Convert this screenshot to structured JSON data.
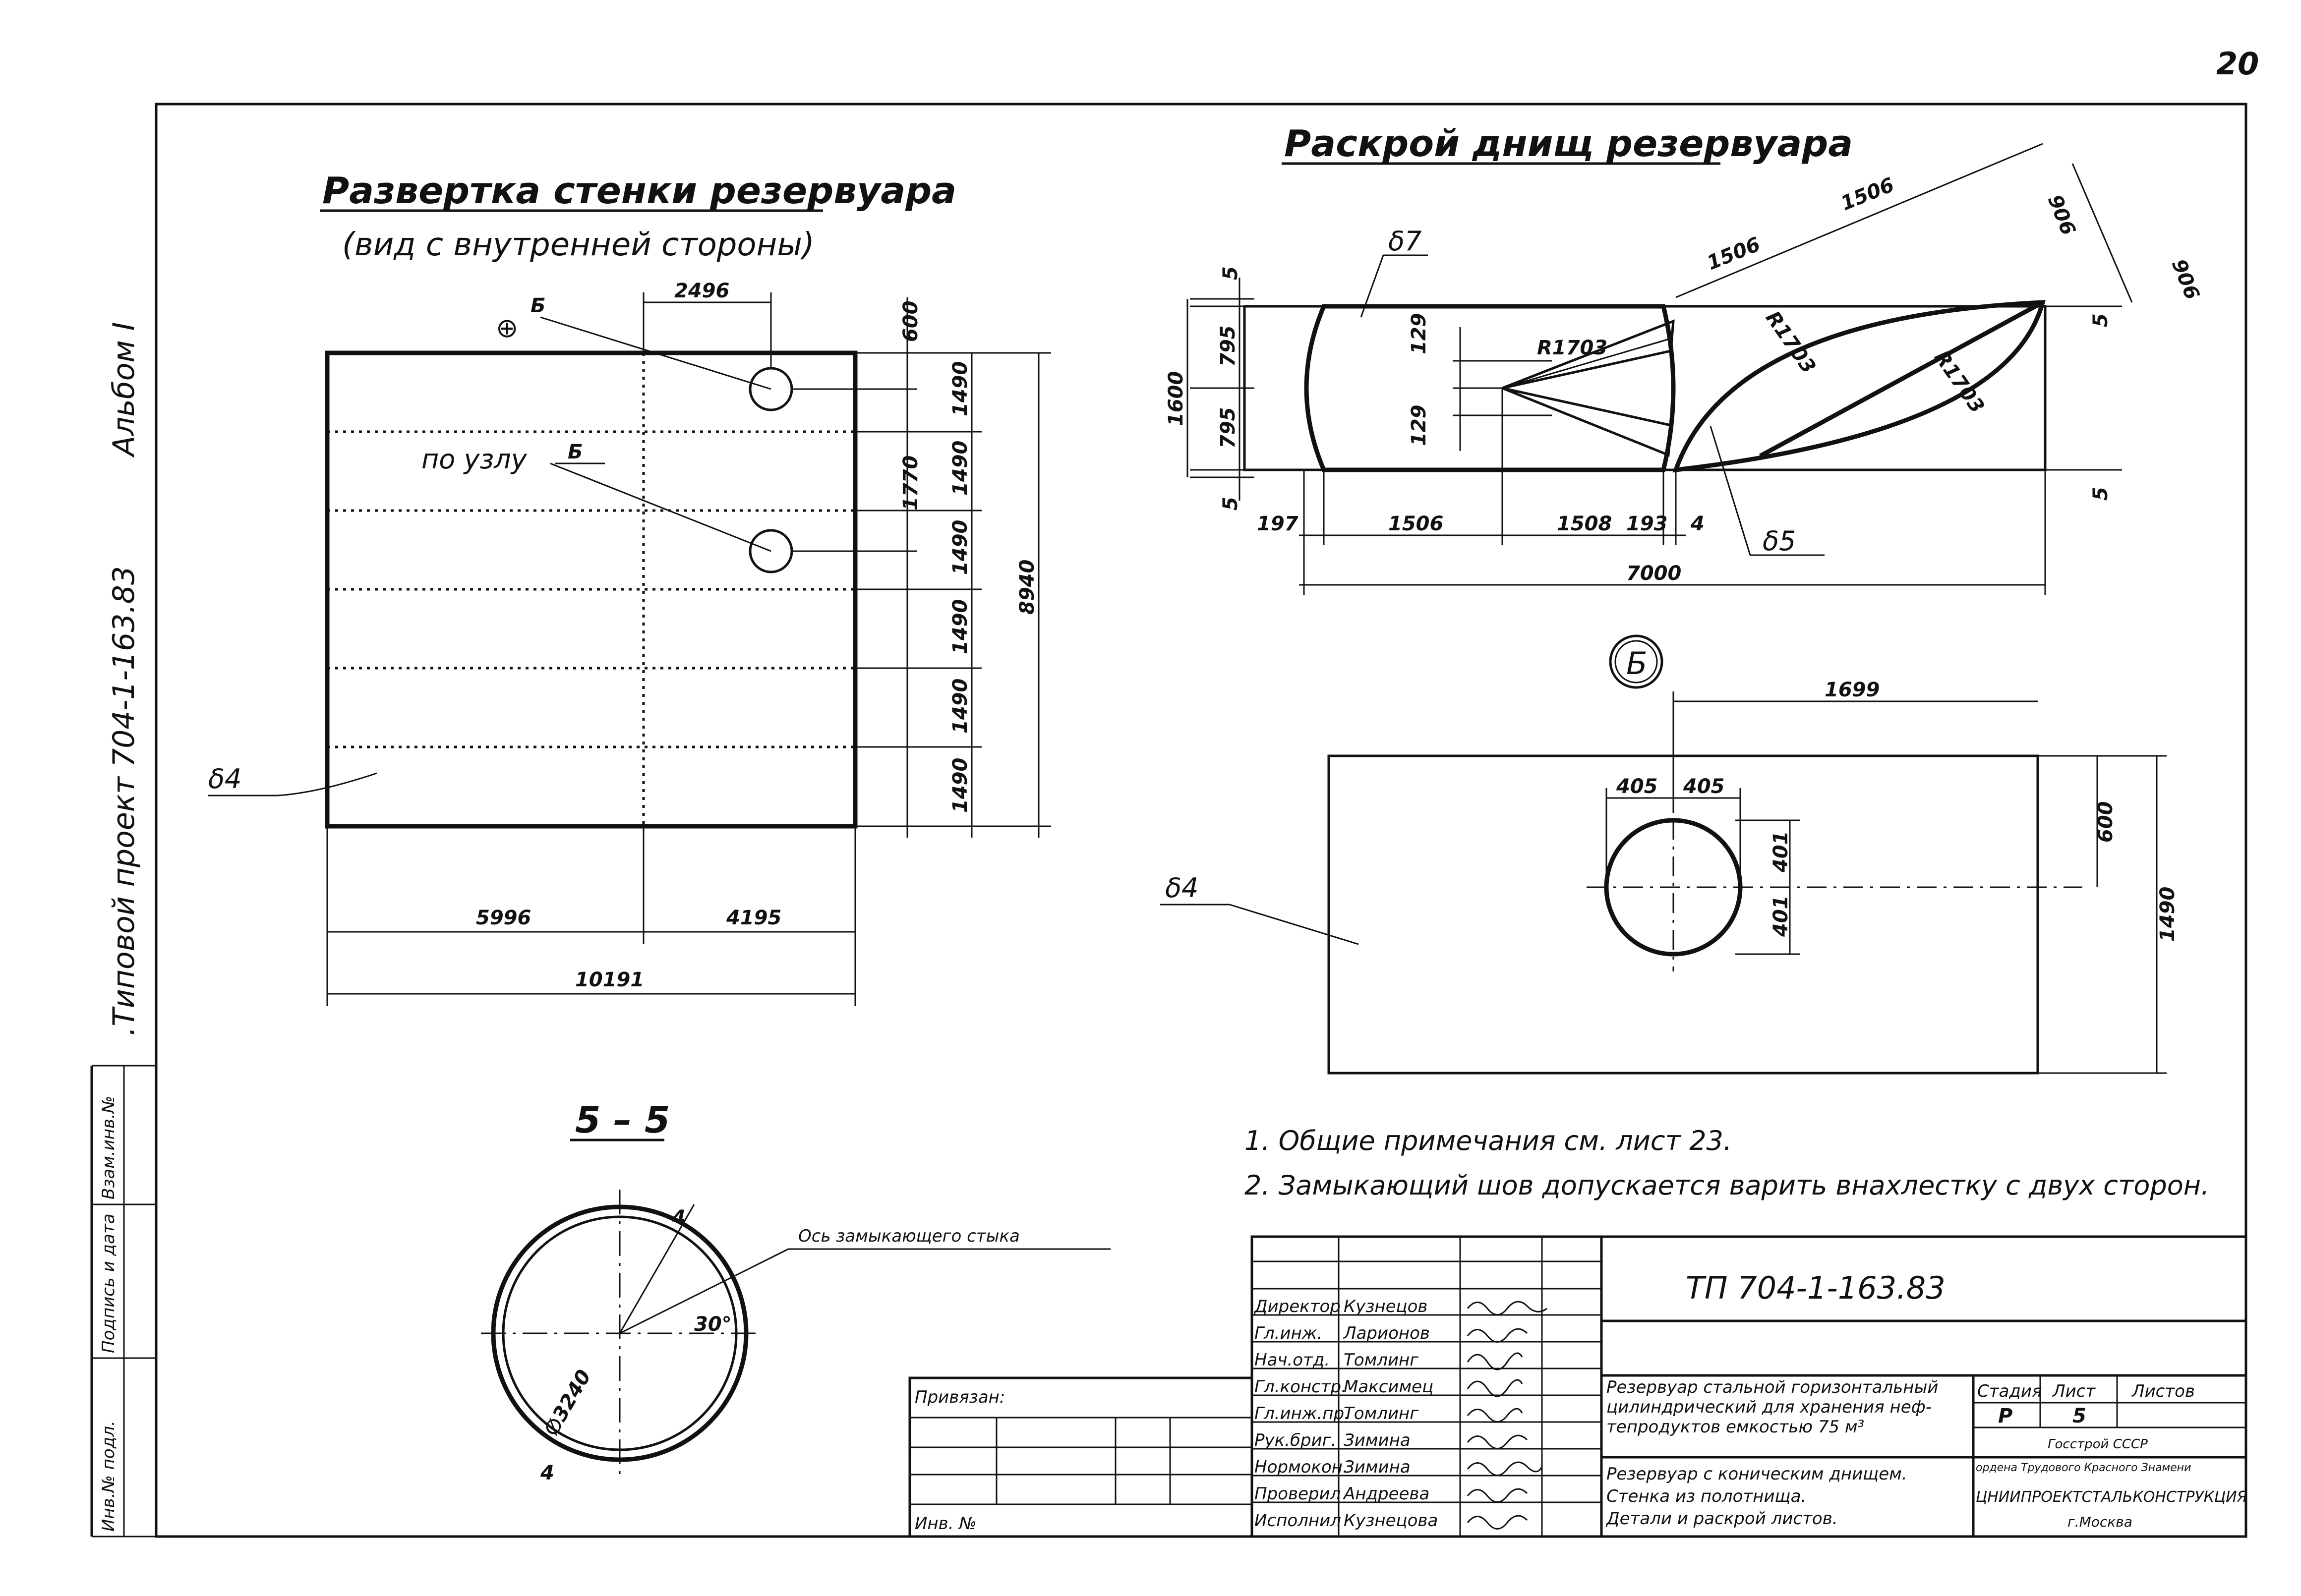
{
  "page_number": "20",
  "side_strip": {
    "album": "Альбом I",
    "project": ".Типовой проект 704-1-163.83"
  },
  "left_columns": [
    "Взам.инв.№",
    "Подпись и дата",
    "Инв.№ подл."
  ],
  "wall": {
    "title": "Развертка стенки резервуара",
    "subtitle": "(вид с внутренней стороны)",
    "node_label": "по узлу",
    "node_ref": "Б",
    "top_ref": "Б",
    "mark": "δ4",
    "dims": {
      "top": "2496",
      "right_600": "600",
      "right_1770": "1770",
      "rows": [
        "1490",
        "1490",
        "1490",
        "1490",
        "1490",
        "1490"
      ],
      "total_h": "8940",
      "bottom_left": "5996",
      "bottom_right": "4195",
      "bottom_total": "10191"
    }
  },
  "bottoms": {
    "title": "Раскрой днищ резервуара",
    "mark_left": "δ7",
    "mark_right": "δ5",
    "radii": [
      "R1703",
      "R1703",
      "R1703"
    ],
    "dims": {
      "left_5_top": "5",
      "left_195a": "795",
      "left_195b": "795",
      "left_5_bottom": "5",
      "height": "1600",
      "d129a": "129",
      "d129b": "129",
      "b197": "197",
      "b1506": "1506",
      "b1508": "1508",
      "b193": "193",
      "b4": "4",
      "total": "7000",
      "diag_1506a": "1506",
      "diag_1506b": "1506",
      "d906a": "906",
      "d906b": "906",
      "right_5a": "5",
      "right_5b": "5"
    }
  },
  "node_b": {
    "label": "Б",
    "mark": "δ4",
    "dims": {
      "top": "1699",
      "left405": "405",
      "right405": "405",
      "v600": "600",
      "v1490": "1490",
      "r401a": "401",
      "r401b": "401"
    }
  },
  "section": {
    "title": "5 – 5",
    "axis_label": "Ось замыкающего стыка",
    "thickness": "4",
    "thickness2": "4",
    "angle": "30°",
    "diameter": "∅3240"
  },
  "notes": [
    "1. Общие примечания см. лист 23.",
    "2. Замыкающий шов допускается варить внахлестку с двух сторон."
  ],
  "stamp": {
    "doc_code": "ТП 704-1-163.83",
    "privyazan": "Привязан:",
    "inv": "Инв. №",
    "roles": [
      {
        "role": "Директор",
        "name": "Кузнецов"
      },
      {
        "role": "Гл.инж.",
        "name": "Ларионов"
      },
      {
        "role": "Нач.отд.",
        "name": "Томлинг"
      },
      {
        "role": "Гл.констр.",
        "name": "Максимец"
      },
      {
        "role": "Гл.инж.пр.",
        "name": "Томлинг"
      },
      {
        "role": "Рук.бриг.",
        "name": "Зимина"
      },
      {
        "role": "Нормокон.",
        "name": "Зимина"
      },
      {
        "role": "Проверил",
        "name": "Андреева"
      },
      {
        "role": "Исполнил",
        "name": "Кузнецова"
      }
    ],
    "object_lines": [
      "Резервуар стальной горизонтальный",
      "цилиндрический для хранения неф-",
      "тепродуктов емкостью 75 м³"
    ],
    "sheet_lines": [
      "Резервуар с коническим днищем.",
      "Стенка из полотнища.",
      "Детали и раскрой листов."
    ],
    "stage_head": "Стадия",
    "sheet_head": "Лист",
    "sheets_head": "Листов",
    "stage": "Р",
    "sheet_no": "5",
    "org_lines": [
      "Госстрой СССР",
      "ордена Трудового Красного Знамени",
      "ЦНИИПРОЕКТСТАЛЬКОНСТРУКЦИЯ",
      "г.Москва"
    ]
  }
}
